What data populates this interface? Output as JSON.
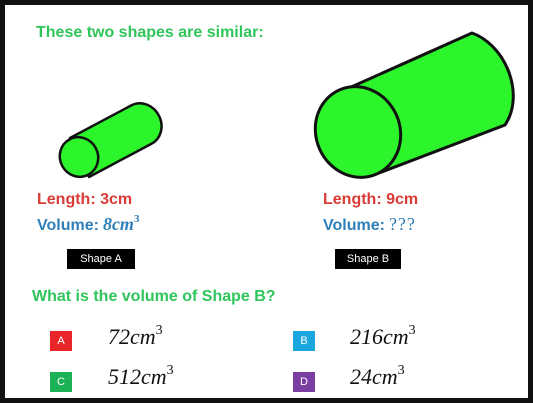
{
  "title": "These two shapes are similar:",
  "shape_a": {
    "length": "Length: 3cm",
    "volume_label": "Volume:",
    "volume_value": "8cm",
    "volume_exp": "3",
    "name": "Shape A",
    "fill_color": "#2cf52c"
  },
  "shape_b": {
    "length": "Length: 9cm",
    "volume_label": "Volume:",
    "volume_value": "???",
    "name": "Shape B",
    "fill_color": "#2cf52c"
  },
  "question": "What is the volume of Shape B?",
  "options": [
    {
      "letter": "A",
      "value": "72cm",
      "exp": "3",
      "color": "#e8262a"
    },
    {
      "letter": "B",
      "value": "216cm",
      "exp": "3",
      "color": "#1aa7e0"
    },
    {
      "letter": "C",
      "value": "512cm",
      "exp": "3",
      "color": "#1db156"
    },
    {
      "letter": "D",
      "value": "24cm",
      "exp": "3",
      "color": "#7b3fa4"
    }
  ],
  "colors": {
    "title_green": "#2fc55a",
    "length_red": "#d93b36",
    "volume_blue": "#2f7fb8"
  }
}
